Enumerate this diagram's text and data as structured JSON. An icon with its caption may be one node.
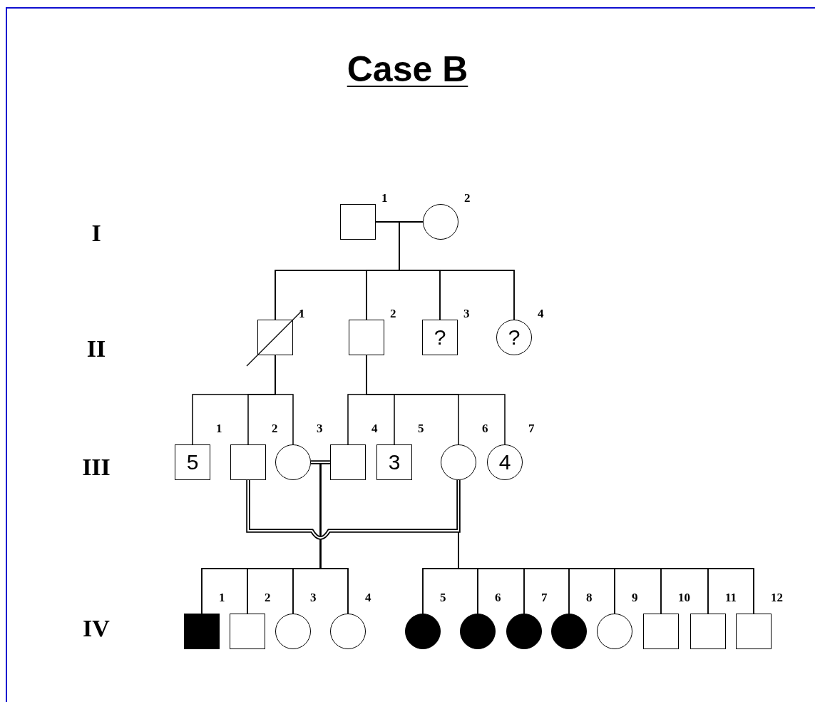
{
  "diagram": {
    "title": "Case B",
    "nodes": [
      {
        "text": [],
        "shape": "box",
        "beside": [
          "1"
        ]
      },
      {
        "text": [],
        "shape": "circle",
        "beside": [
          "2"
        ]
      },
      {
        "text": [],
        "shape": "box",
        "beside": [
          "1"
        ]
      },
      {
        "text": [],
        "shape": "box",
        "beside": [
          "2"
        ]
      },
      {
        "text": [
          "?"
        ],
        "beside": [
          "3"
        ]
      },
      {
        "text": [
          "?"
        ],
        "beside": [
          "4"
        ]
      },
      {
        "text": [
          "5"
        ],
        "beside": [
          "1"
        ]
      },
      {
        "text": [],
        "shape": "box",
        "beside": [
          "2"
        ]
      },
      {
        "text": [],
        "shape": "circle",
        "beside": [
          "3"
        ]
      },
      {
        "text": [],
        "shape": "box",
        "beside": [
          "4"
        ]
      },
      {
        "text": [
          "3"
        ],
        "beside": [
          "5"
        ]
      },
      {
        "text": [],
        "shape": "circle",
        "beside": [
          "6"
        ]
      },
      {
        "text": [
          "4"
        ],
        "beside": [
          "7"
        ]
      },
      {
        "text": [],
        "shape": "box",
        "beside": [
          "1"
        ]
      },
      {
        "text": [],
        "shape": "box",
        "beside": [
          "2"
        ]
      },
      {
        "text": [],
        "shape": "circle",
        "beside": [
          "3"
        ]
      },
      {
        "text": [],
        "shape": "circle",
        "beside": [
          "4"
        ]
      },
      {
        "text": [],
        "shape": "circle",
        "beside": [
          "5"
        ]
      },
      {
        "text": [],
        "shape": "circle",
        "beside": [
          "6"
        ]
      },
      {
        "text": [],
        "shape": "circle",
        "beside": [
          "7"
        ]
      },
      {
        "text": [],
        "shape": "circle",
        "beside": [
          "8"
        ]
      },
      {
        "text": [],
        "shape": "circle",
        "beside": [
          "9"
        ]
      },
      {
        "text": [],
        "shape": "box",
        "beside": [
          "10"
        ]
      },
      {
        "text": [],
        "shape": "box",
        "beside": [
          "11"
        ]
      },
      {
        "text": [],
        "shape": "box",
        "beside": [
          "12"
        ]
      }
    ],
    "edges": [
      {
        "from": 0,
        "to": 1,
        "arrow": "none"
      },
      {
        "from": 0,
        "to": 2,
        "arrow": "none"
      },
      {
        "from": 0,
        "to": 3,
        "arrow": "none"
      },
      {
        "from": 0,
        "to": 4,
        "arrow": "none"
      },
      {
        "from": 0,
        "to": 5,
        "arrow": "none"
      },
      {
        "from": 1,
        "to": 2,
        "arrow": "none"
      },
      {
        "from": 1,
        "to": 3,
        "arrow": "none"
      },
      {
        "from": 1,
        "to": 4,
        "arrow": "none"
      },
      {
        "from": 1,
        "to": 5,
        "arrow": "none"
      },
      {
        "from": 2,
        "to": 6,
        "arrow": "none"
      },
      {
        "from": 2,
        "to": 7,
        "arrow": "none"
      },
      {
        "from": 2,
        "to": 8,
        "arrow": "none"
      },
      {
        "from": 3,
        "to": 9,
        "arrow": "none"
      },
      {
        "from": 3,
        "to": 10,
        "arrow": "none"
      },
      {
        "from": 3,
        "to": 11,
        "arrow": "none"
      },
      {
        "from": 3,
        "to": 12,
        "arrow": "none"
      },
      {
        "from": 8,
        "to": 9,
        "arrow": "none",
        "style": "thick"
      },
      {
        "from": 7,
        "to": 11,
        "arrow": "none",
        "style": "thick"
      },
      {
        "from": 8,
        "to": 13,
        "arrow": "none"
      },
      {
        "from": 8,
        "to": 14,
        "arrow": "none"
      },
      {
        "from": 8,
        "to": 15,
        "arrow": "none"
      },
      {
        "from": 8,
        "to": 16,
        "arrow": "none"
      },
      {
        "from": 9,
        "to": 13,
        "arrow": "none"
      },
      {
        "from": 9,
        "to": 14,
        "arrow": "none"
      },
      {
        "from": 9,
        "to": 15,
        "arrow": "none"
      },
      {
        "from": 9,
        "to": 16,
        "arrow": "none"
      },
      {
        "from": 7,
        "to": 17,
        "arrow": "none"
      },
      {
        "from": 7,
        "to": 18,
        "arrow": "none"
      },
      {
        "from": 7,
        "to": 19,
        "arrow": "none"
      },
      {
        "from": 7,
        "to": 20,
        "arrow": "none"
      },
      {
        "from": 7,
        "to": 21,
        "arrow": "none"
      },
      {
        "from": 7,
        "to": 22,
        "arrow": "none"
      },
      {
        "from": 7,
        "to": 23,
        "arrow": "none"
      },
      {
        "from": 7,
        "to": 24,
        "arrow": "none"
      },
      {
        "from": 11,
        "to": 17,
        "arrow": "none"
      },
      {
        "from": 11,
        "to": 18,
        "arrow": "none"
      },
      {
        "from": 11,
        "to": 19,
        "arrow": "none"
      },
      {
        "from": 11,
        "to": 20,
        "arrow": "none"
      },
      {
        "from": 11,
        "to": 21,
        "arrow": "none"
      },
      {
        "from": 11,
        "to": 22,
        "arrow": "none"
      },
      {
        "from": 11,
        "to": 23,
        "arrow": "none"
      },
      {
        "from": 11,
        "to": 24,
        "arrow": "none"
      }
    ],
    "labels": [
      "I",
      "II",
      "III",
      "IV"
    ]
  }
}
